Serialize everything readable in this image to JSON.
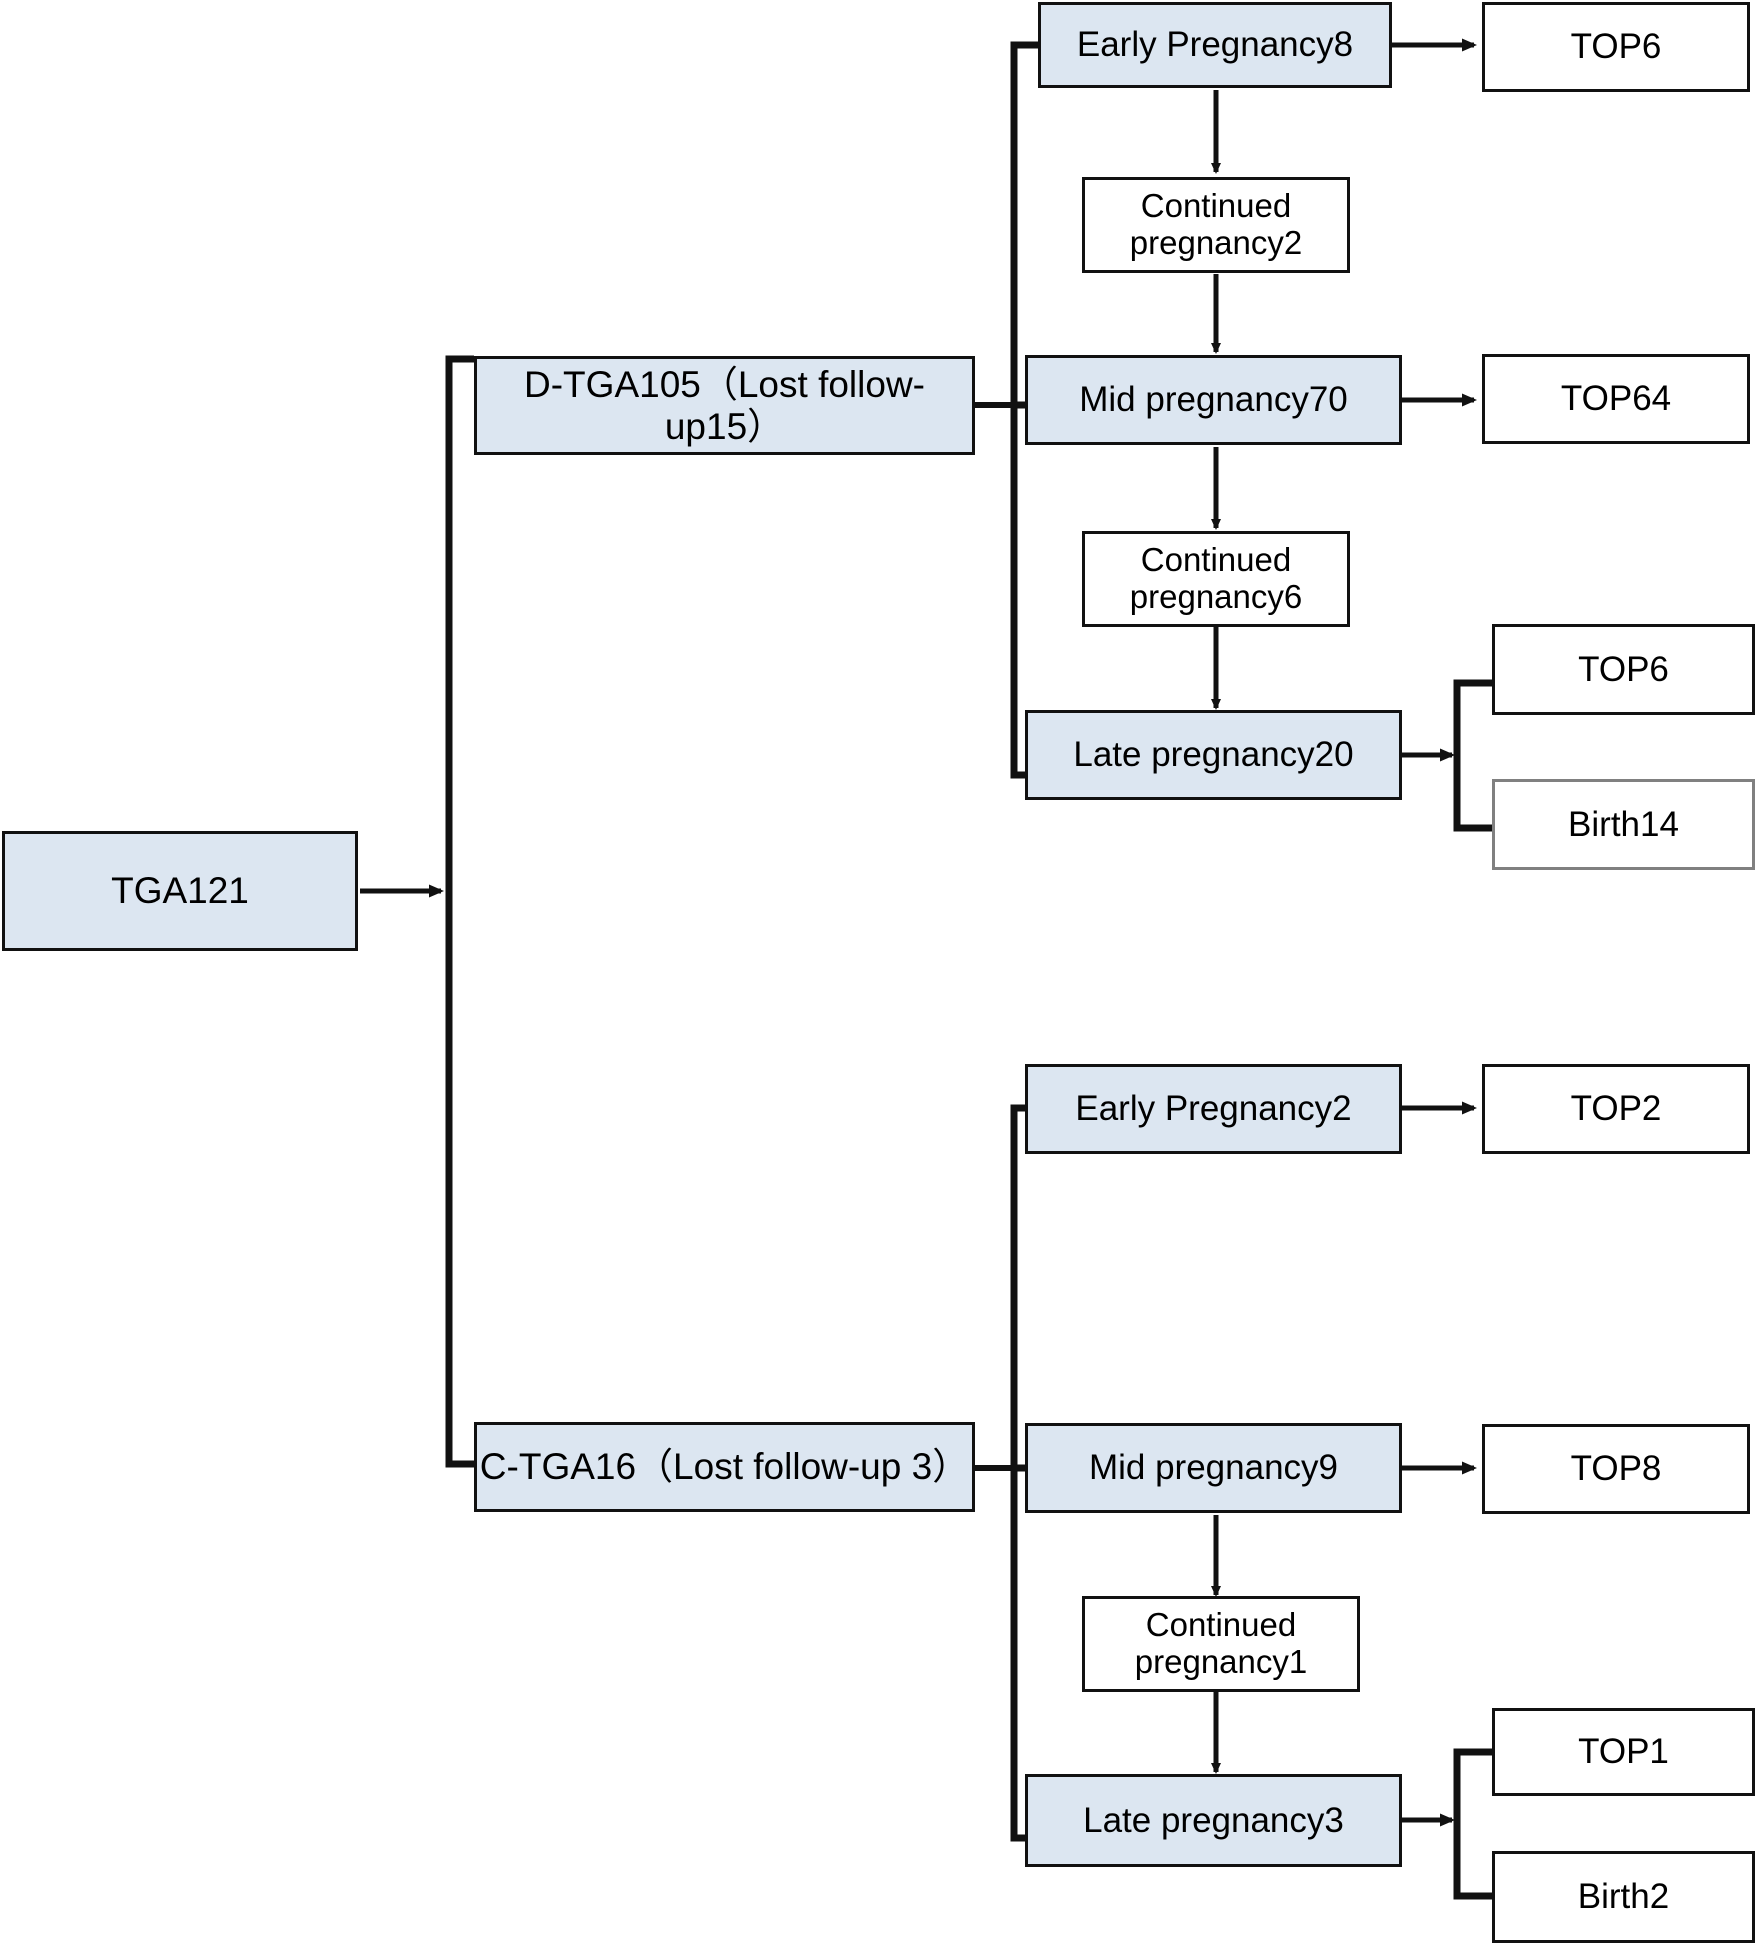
{
  "diagram": {
    "title": "TGA pregnancy outcome flowchart",
    "colors": {
      "node_fill_highlight": "#dce6f1",
      "node_fill_plain": "#ffffff",
      "border_dark": "#111111",
      "border_gray": "#808080",
      "text": "#000000"
    },
    "nodes": {
      "root": {
        "label": "TGA121"
      },
      "dtga": {
        "label": "D-TGA105（Lost follow-up15）"
      },
      "ctga": {
        "label": "C-TGA16（Lost follow-up 3）"
      },
      "d_early": {
        "label": "Early Pregnancy8"
      },
      "d_early_top": {
        "label": "TOP6"
      },
      "d_cont1": {
        "label": "Continued\npregnancy2"
      },
      "d_mid": {
        "label": "Mid pregnancy70"
      },
      "d_mid_top": {
        "label": "TOP64"
      },
      "d_cont2": {
        "label": "Continued\npregnancy6"
      },
      "d_late": {
        "label": "Late pregnancy20"
      },
      "d_late_top": {
        "label": "TOP6"
      },
      "d_late_birth": {
        "label": "Birth14"
      },
      "c_early": {
        "label": "Early Pregnancy2"
      },
      "c_early_top": {
        "label": "TOP2"
      },
      "c_mid": {
        "label": "Mid pregnancy9"
      },
      "c_mid_top": {
        "label": "TOP8"
      },
      "c_cont1": {
        "label": "Continued\npregnancy1"
      },
      "c_late": {
        "label": "Late pregnancy3"
      },
      "c_late_top": {
        "label": "TOP1"
      },
      "c_late_birth": {
        "label": "Birth2"
      }
    }
  }
}
